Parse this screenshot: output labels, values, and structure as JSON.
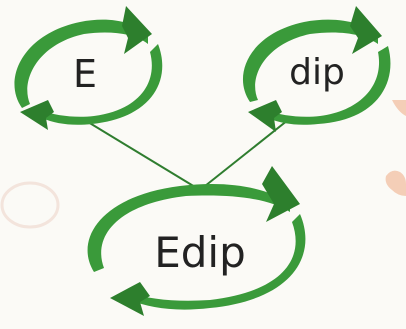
{
  "diagram": {
    "nodes": {
      "left": {
        "label": "E"
      },
      "right": {
        "label": "dip"
      },
      "bottom": {
        "label": "Edip"
      }
    },
    "edges": [
      {
        "from": "left",
        "to": "bottom"
      },
      {
        "from": "right",
        "to": "bottom"
      }
    ]
  },
  "colors": {
    "arrow_green": "#3a9a3a",
    "arrow_dark": "#2d7f2d",
    "line_green": "#2f7d2f",
    "background": "#fbfaf6",
    "peach_decoration": "#f3c3a8",
    "text": "#222222"
  }
}
